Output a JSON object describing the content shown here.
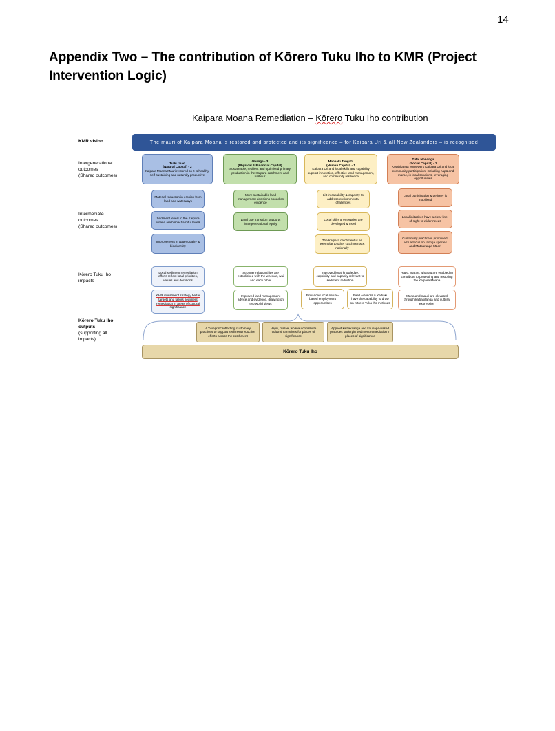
{
  "page_number": "14",
  "heading": "Appendix Two – The contribution of Kōrero Tuku Iho to KMR (Project Intervention Logic)",
  "diagram": {
    "title_pre": "Kaipara Moana Remediation – ",
    "title_word": "Kōrero",
    "title_post": " Tuku Iho contribution",
    "row_labels": {
      "vision": "KMR vision",
      "intergenerational": [
        "Intergenerational",
        "outcomes",
        "(Shared outcomes)"
      ],
      "intermediate": [
        "Intermediate",
        "outcomes",
        "(Shared outcomes)"
      ],
      "impacts": [
        "Kōrero Tuku Iho",
        "impacts"
      ],
      "outputs": [
        "Kōrero Tuku Iho",
        "outputs",
        "(supporting all",
        "impacts)"
      ]
    },
    "vision_text": "The mauri of Kaipara Moana is restored and protected and its significance – for Kaipara Uri & all New Zealanders – is recognised",
    "intergenerational": [
      {
        "title": "Tiaki taiao",
        "subtitle": "(Natural Capital) - 2",
        "text": "Kaipara Moana Mauri restored so it is healthy, self-sustaining and naturally productive"
      },
      {
        "title": "Ōhanga - 3",
        "subtitle": "(Physical & Financial Capital)",
        "text": "Sustainable, resilient and optimised primary production in the Kaipara catchment and harbour"
      },
      {
        "title": "Manaaki Tangata",
        "subtitle": "(Human Capital) - 1",
        "text": "Kaipara Uri and local skills and capability support innovation, effective land management, and community resilience"
      },
      {
        "title": "Tātai Hononga",
        "subtitle": "(Social Capital) - 1",
        "text": "Kotahitanga empowers Kaipara Uri and local community participation, including hapū and marae, in local solutions, leveraging opportunities"
      }
    ],
    "intermediate": {
      "blue": [
        "Material reduction in erosion from land and waterways",
        "Sediment levels in the Kaipara Moana are below harmful levels",
        "Improvement in water quality & biodiversity"
      ],
      "green": [
        "More sustainable land management decisions based on evidence",
        "Land use transition supports intergenerational equity"
      ],
      "yellow": [
        "Lift in capability & capacity to address environmental challenges",
        "Local skills & enterprise are developed & used",
        "The Kaipara catchment is an exemplar to other catchments & nationally"
      ],
      "orange": [
        "Local participation & delivery is mobilised",
        "Local initiatives have a clear line-of-sight to wider needs",
        "Customary practice is prioritised, with a focus on taonga species and Mātauranga Māori"
      ]
    },
    "impacts": {
      "blue": [
        "Local sediment remediation efforts reflect local priorities, values and decisions",
        "KMR investment strategy better targets and tailors sediment remediation in areas of cultural significance"
      ],
      "green": [
        "Stronger relationships are established with the whenua, wai and each other",
        "Improved land management advice and evidence, drawing on two world views"
      ],
      "yellow": [
        "Improved local knowledge, capability and capacity relevant to sediment reduction",
        "Enhanced local nature-based employment opportunities",
        "Field Advisors & Kaitiaki have the capability to draw on Kōrero Tuku Iho methods"
      ],
      "orange": [
        "Hapū, marae, whānau are enabled to contribute to protecting and restoring the Kaipara Moana",
        "Mana and mauri are elevated through kaitiakitanga and cultural expression"
      ]
    },
    "outputs": [
      "A 'blueprint' reflecting customary practices to support sediment reduction efforts across the catchment",
      "Hapū, marae, whānau contribute cultural narratives for places of significance",
      "Applied kaitiakitanga and koupapa-based practices underpin sediment remediation in places of significance"
    ],
    "foundation": "Kōrero Tuku Iho"
  },
  "colors": {
    "vision": "#2f5597",
    "blue": "#a9bfe4",
    "green": "#c2dfac",
    "yellow": "#fdefc4",
    "orange": "#f6c3a4",
    "tan": "#e7d7a9"
  }
}
